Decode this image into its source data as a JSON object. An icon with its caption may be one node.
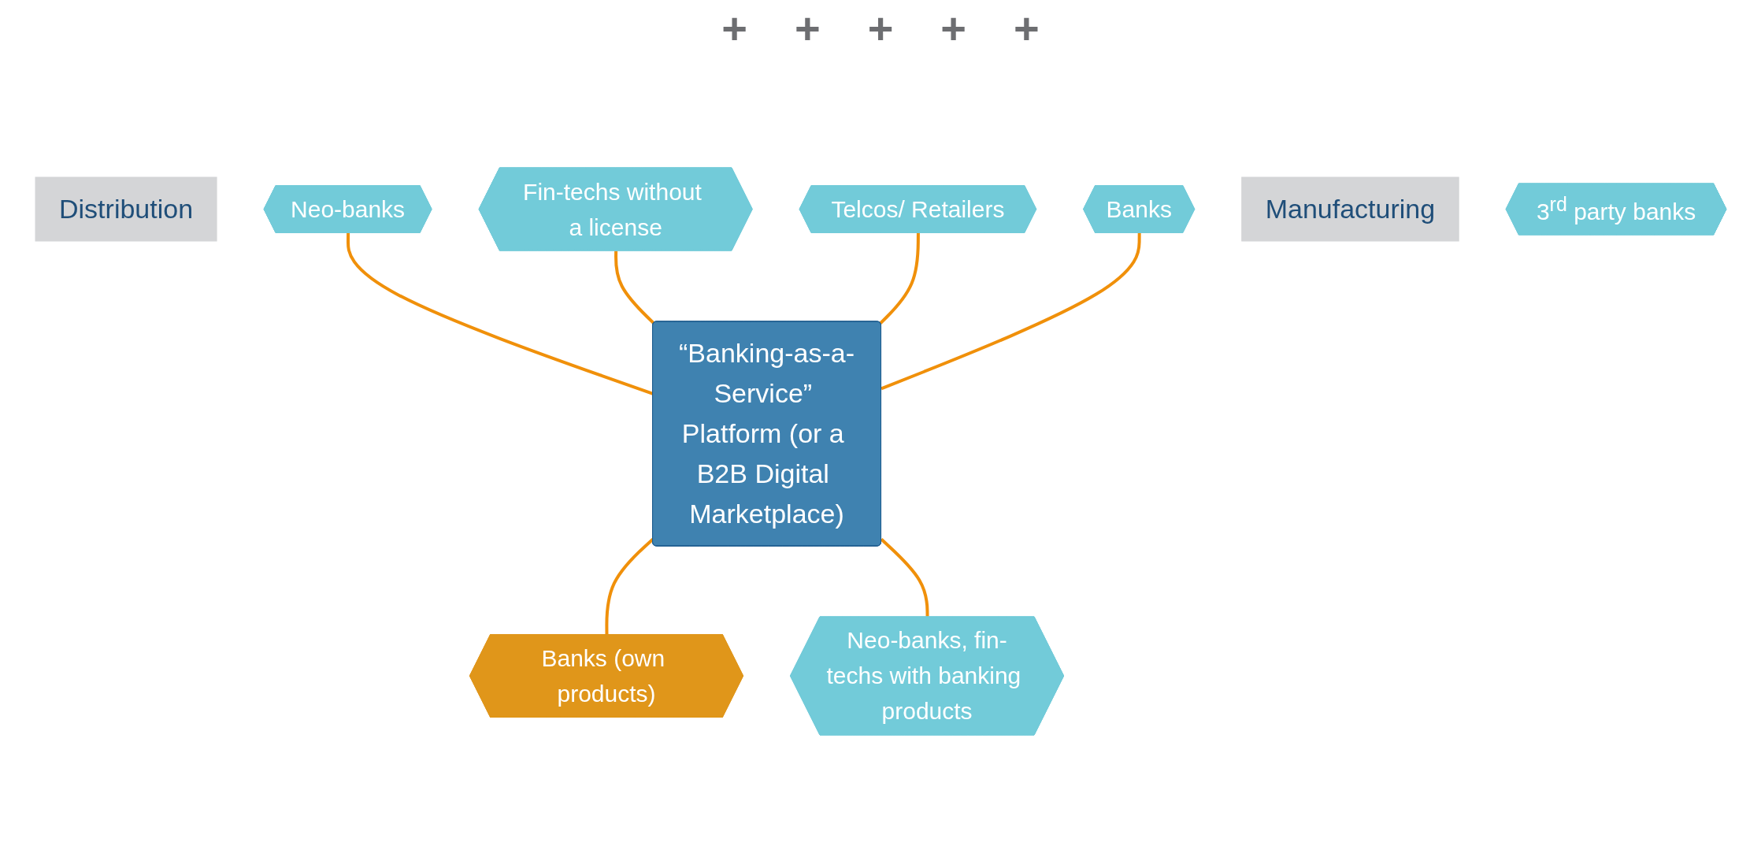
{
  "diagram": {
    "nodes": [
      {
        "text": [
          "Distribution"
        ]
      },
      {
        "text": [
          "Neo-banks"
        ]
      },
      {
        "text": [
          "Fin-techs without a license"
        ]
      },
      {
        "text": [
          "Telcos/ Retailers"
        ]
      },
      {
        "text": [
          "Banks"
        ]
      },
      {
        "text": [
          "“Banking-as-a-Service” Platform (or a B2B Digital Marketplace)"
        ]
      },
      {
        "text": [
          "Manufacturing"
        ]
      },
      {
        "text": [
          "Banks (own products)"
        ]
      },
      {
        "text": [
          "Neo-banks, fin-techs with banking products"
        ]
      },
      {
        "text": [
          "3$^{rd}$ party banks"
        ]
      }
    ],
    "edges": [
      {
        "from": 1,
        "to": 5,
        "arrow": "none"
      },
      {
        "from": 2,
        "to": 5,
        "arrow": "none"
      },
      {
        "from": 3,
        "to": 5,
        "arrow": "none"
      },
      {
        "from": 4,
        "to": 5,
        "arrow": "none"
      },
      {
        "from": 5,
        "to": 7,
        "arrow": "none"
      },
      {
        "from": 5,
        "to": 8,
        "arrow": "none"
      }
    ],
    "labels": [
      "+",
      "+",
      "+",
      "+",
      "+"
    ]
  }
}
